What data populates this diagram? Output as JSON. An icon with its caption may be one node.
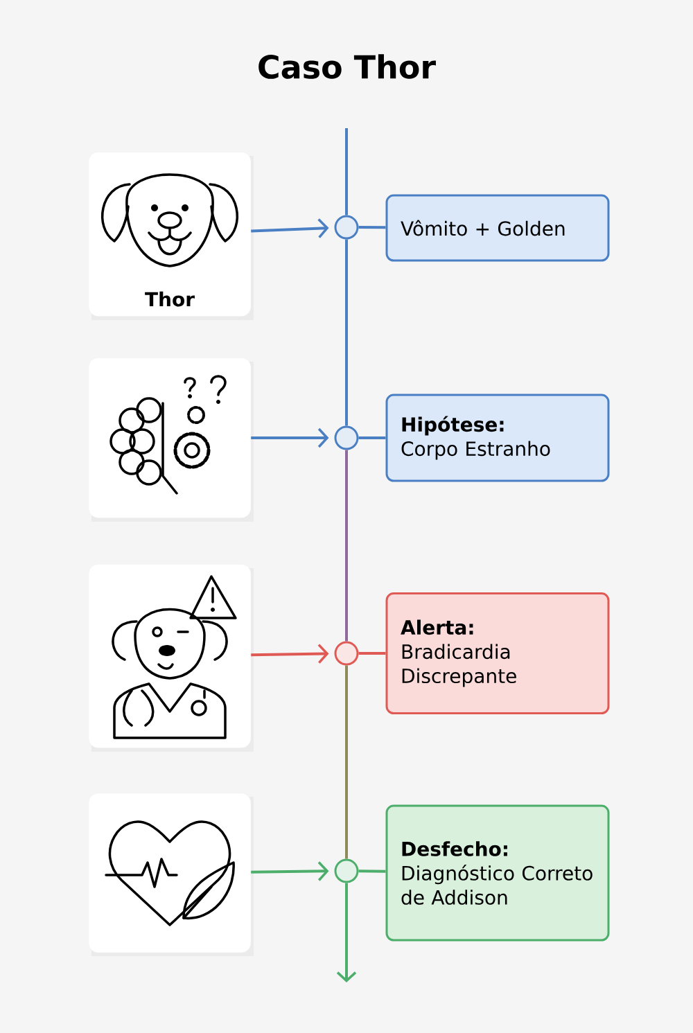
{
  "diagram": {
    "title": "Caso Thor",
    "nodes": [
      {
        "text": [
          "Thor"
        ]
      },
      {
        "text": [],
        "shape": "circle"
      },
      {
        "text": [
          "Vômito + Golden"
        ]
      },
      {
        "text": [],
        "shape": "picture"
      },
      {
        "text": [],
        "shape": "circle"
      },
      {
        "text": [
          "Hipótese:",
          "Corpo Estranho"
        ]
      },
      {
        "text": [],
        "shape": "picture"
      },
      {
        "text": [],
        "shape": "circle"
      },
      {
        "text": [
          "Alerta:",
          "Bradicardia Discrepante"
        ]
      },
      {
        "text": [],
        "shape": "picture"
      },
      {
        "text": [],
        "shape": "circle"
      },
      {
        "text": [
          "Desfecho:",
          "Diagnóstico Correto de Addison"
        ]
      }
    ],
    "edges": [
      {
        "from": null,
        "to": 1,
        "arrow": "none",
        "color": "#4a7fc4"
      },
      {
        "from": 1,
        "to": 4,
        "arrow": "none",
        "color": "#4a7fc4"
      },
      {
        "from": 4,
        "to": 7,
        "arrow": "none",
        "color": "#8e6a9c"
      },
      {
        "from": 7,
        "to": 10,
        "arrow": "none",
        "color": "#8e8a5a"
      },
      {
        "from": 10,
        "to": null,
        "arrow": "to",
        "color": "#4cae6a"
      },
      {
        "from": 0,
        "to": 1,
        "arrow": "to",
        "color": "#4a7fc4"
      },
      {
        "from": 1,
        "to": 2,
        "arrow": "none",
        "color": "#4a7fc4"
      },
      {
        "from": 3,
        "to": 4,
        "arrow": "to",
        "color": "#4a7fc4"
      },
      {
        "from": 4,
        "to": 5,
        "arrow": "none",
        "color": "#4a7fc4"
      },
      {
        "from": 6,
        "to": 7,
        "arrow": "to",
        "color": "#e05a55"
      },
      {
        "from": 7,
        "to": 8,
        "arrow": "none",
        "color": "#e05a55"
      },
      {
        "from": 9,
        "to": 10,
        "arrow": "to",
        "color": "#4cae6a"
      },
      {
        "from": 10,
        "to": 11,
        "arrow": "none",
        "color": "#4cae6a"
      }
    ]
  }
}
